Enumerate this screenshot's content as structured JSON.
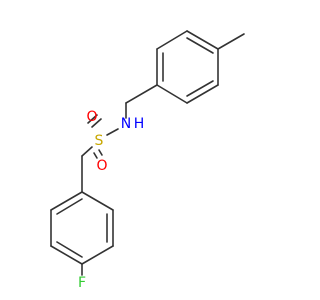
{
  "molecule": {
    "atoms": {
      "sulfur": {
        "symbol": "S",
        "color": "#c8a800"
      },
      "oxygen_upper": {
        "symbol": "O",
        "color": "#ff0000"
      },
      "oxygen_lower": {
        "symbol": "O",
        "color": "#ff0000"
      },
      "nitrogen": {
        "symbol": "N",
        "color": "#0000ff"
      },
      "hydrogen_on_nitrogen": {
        "symbol": "H",
        "color": "#0000ff"
      },
      "fluorine": {
        "symbol": "F",
        "color": "#33cc33"
      }
    },
    "bond_color": "#333333"
  }
}
